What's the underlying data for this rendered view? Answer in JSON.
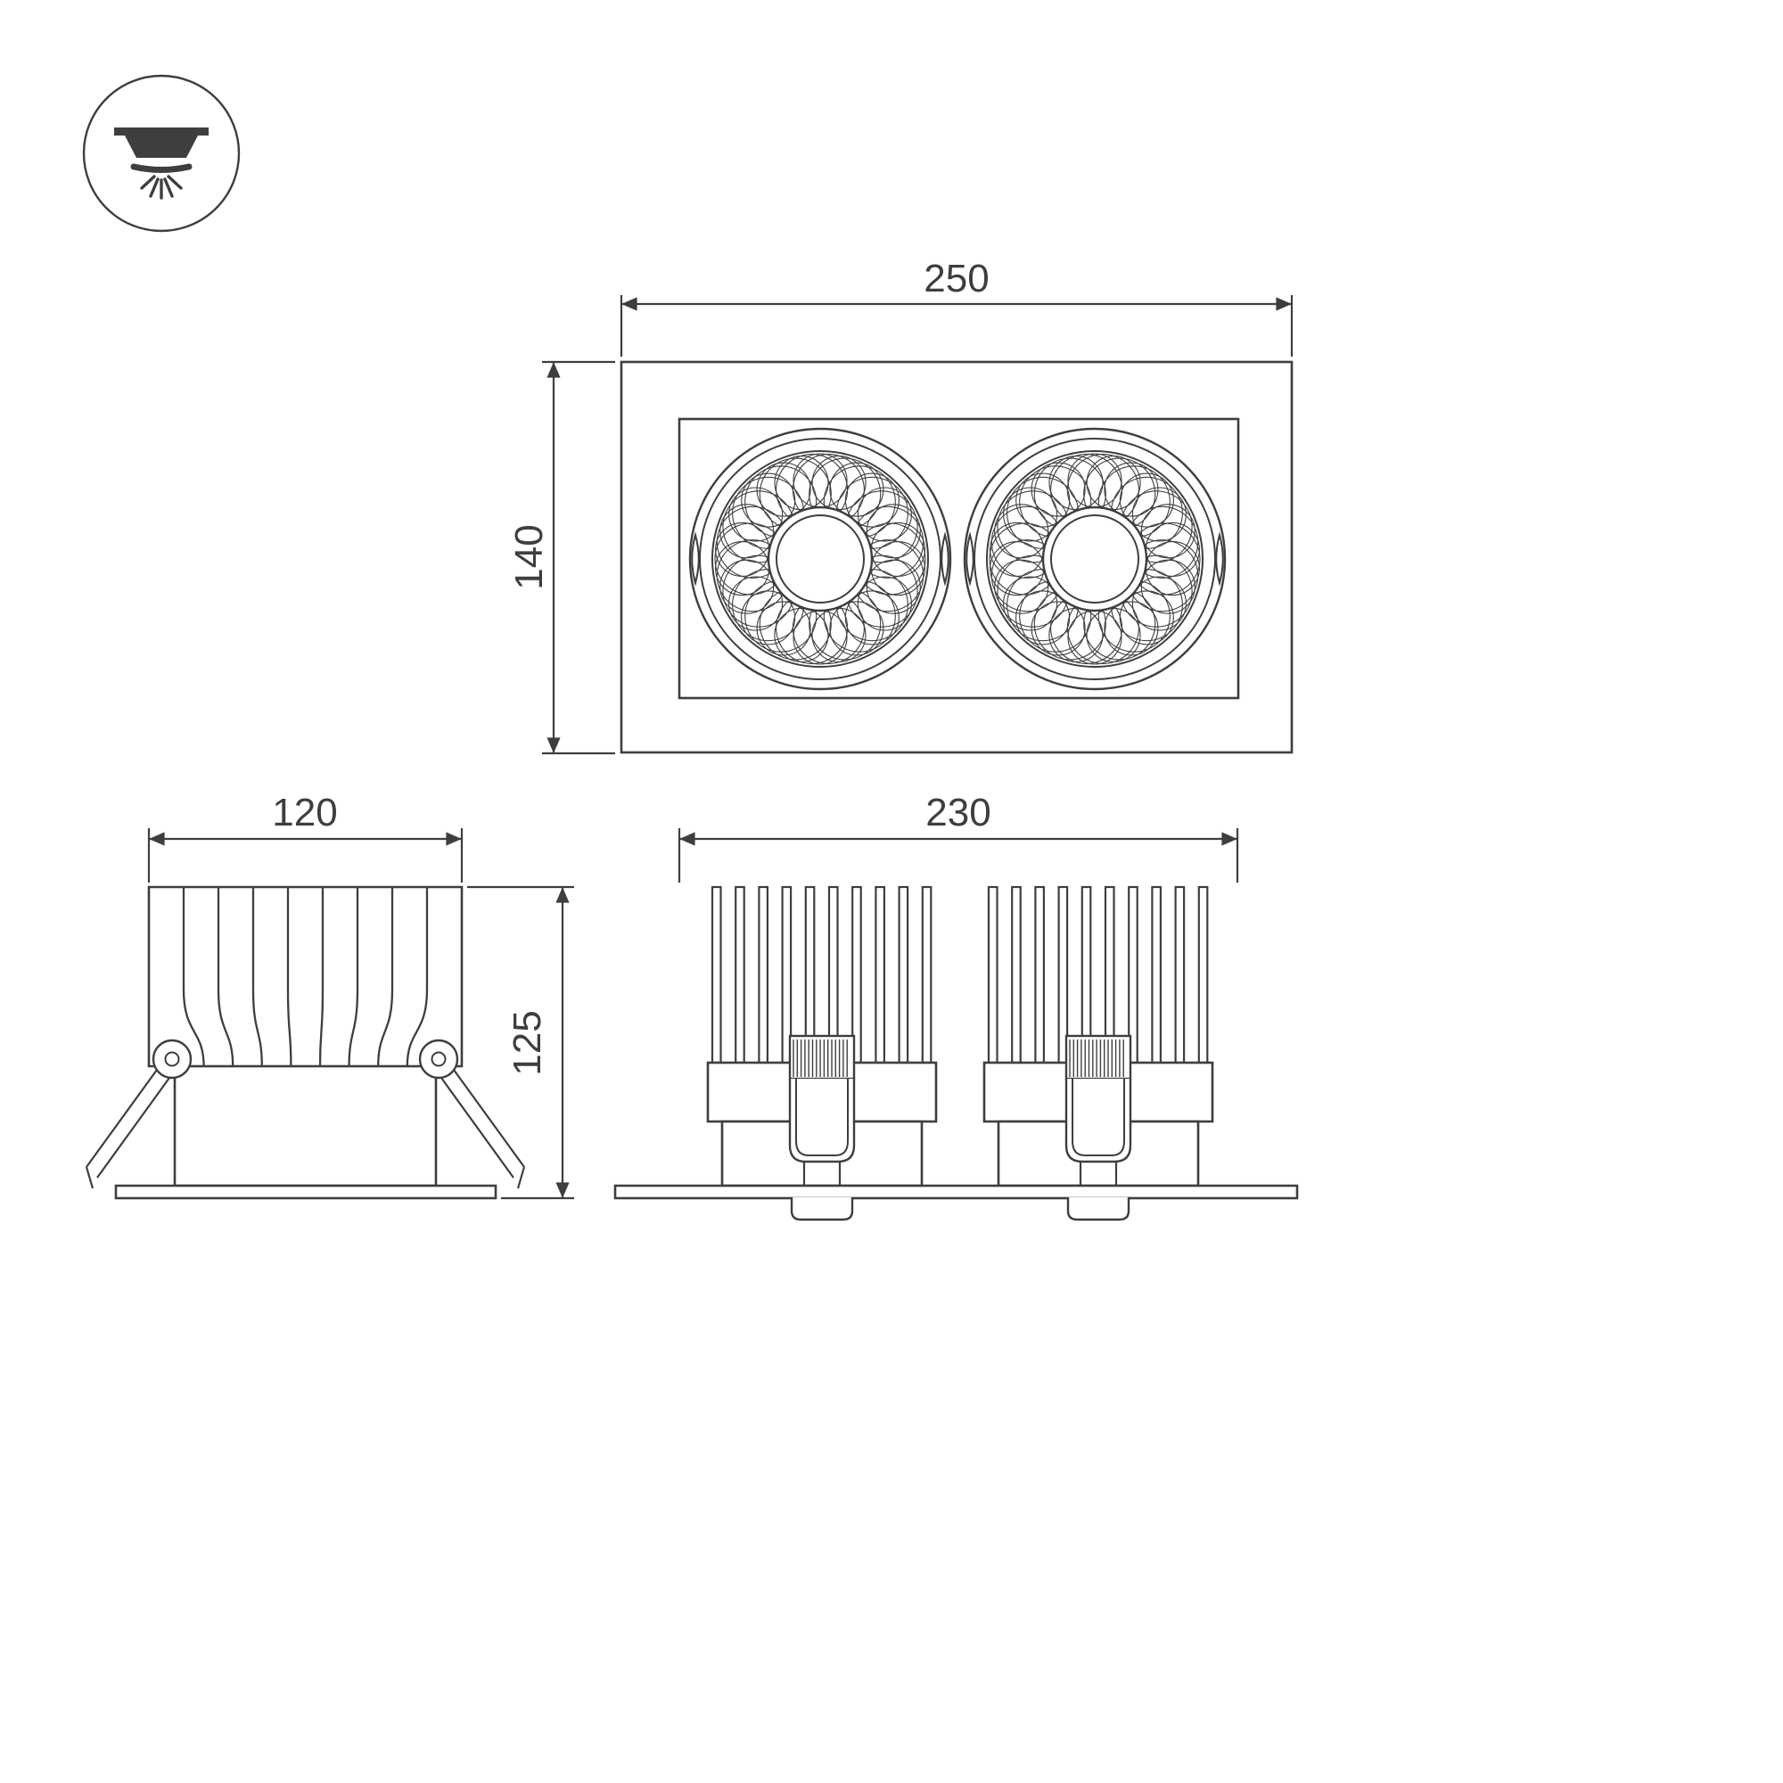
{
  "page": {
    "background": "#ffffff",
    "line_color": "#3e3e3e"
  },
  "icon": {
    "name": "recessed-downlight"
  },
  "dims": {
    "front_width": "250",
    "front_height": "140",
    "side_width": "120",
    "side_height": "125",
    "base_width": "230"
  }
}
